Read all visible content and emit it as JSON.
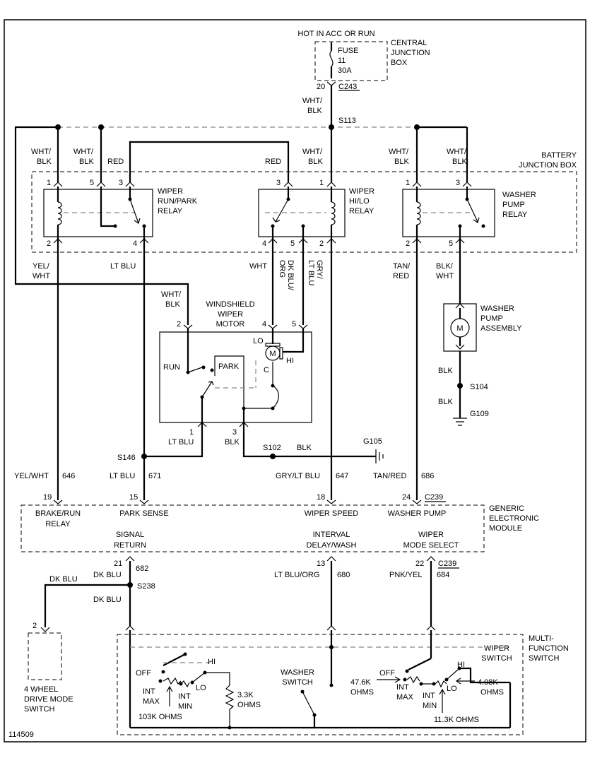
{
  "page_id": "114509",
  "power": {
    "source": "HOT IN ACC OR RUN",
    "fuse": "FUSE",
    "fuse_no": "11",
    "fuse_amp": "30A",
    "cjb": [
      "CENTRAL",
      "JUNCTION",
      "BOX"
    ],
    "pin": "20",
    "conn": "C243",
    "wire": [
      "WHT/",
      "BLK"
    ],
    "splice": "S113"
  },
  "bjb": [
    "BATTERY",
    "JUNCTION BOX"
  ],
  "relays": {
    "run_park": {
      "name": [
        "WIPER",
        "RUN/PARK",
        "RELAY"
      ],
      "pins": [
        "1",
        "5",
        "3",
        "2",
        "4"
      ],
      "wires_top": [
        [
          "WHT/",
          "BLK"
        ],
        [
          "WHT/",
          "BLK"
        ],
        [
          "RED"
        ]
      ],
      "wires_bottom": [
        [
          "YEL/",
          "WHT"
        ],
        [
          "LT BLU"
        ]
      ]
    },
    "hi_lo": {
      "name": [
        "WIPER",
        "HI/LO",
        "RELAY"
      ],
      "pins": [
        "3",
        "1",
        "4",
        "5",
        "2"
      ],
      "wires_top": [
        [
          "RED"
        ],
        [
          "WHT/",
          "BLK"
        ]
      ],
      "wires_bottom": [
        [
          "WHT"
        ],
        [
          "DK BLU/",
          "ORG"
        ],
        [
          "GRY/",
          "LT BLU"
        ]
      ]
    },
    "washer": {
      "name": [
        "WASHER",
        "PUMP",
        "RELAY"
      ],
      "pins": [
        "1",
        "3",
        "2",
        "5"
      ],
      "wires_top": [
        [
          "WHT/",
          "BLK"
        ],
        [
          "WHT/",
          "BLK"
        ]
      ],
      "wires_bottom": [
        [
          "TAN/",
          "RED"
        ],
        [
          "BLK/",
          "WHT"
        ]
      ]
    }
  },
  "motor": {
    "name": [
      "WINDSHIELD",
      "WIPER",
      "MOTOR"
    ],
    "pins": [
      "2",
      "4",
      "5",
      "1",
      "3"
    ],
    "feed": [
      "WHT/",
      "BLK"
    ],
    "lo": "LO",
    "hi": "HI",
    "c": "C",
    "m": "M",
    "run": "RUN",
    "park": "PARK",
    "out1": "LT BLU",
    "out3": "BLK"
  },
  "pump": {
    "name": [
      "WASHER",
      "PUMP",
      "ASSEMBLY"
    ],
    "m": "M",
    "w1": "BLK",
    "splice": "S104",
    "w2": "BLK",
    "ground": "G109"
  },
  "grounds": {
    "s102": "S102",
    "blk": "BLK",
    "g105": "G105",
    "s146": "S146"
  },
  "circuits_top": [
    {
      "name": "YEL/WHT",
      "num": "646"
    },
    {
      "name": "LT BLU",
      "num": "671"
    },
    {
      "name": "GRY/LT BLU",
      "num": "647"
    },
    {
      "name": "TAN/RED",
      "num": "686"
    }
  ],
  "gem": {
    "name": [
      "GENERIC",
      "ELECTRONIC",
      "MODULE"
    ],
    "pins_top": [
      "19",
      "15",
      "18",
      "24"
    ],
    "conn_top": "C239",
    "labels_top": [
      [
        "BRAKE/RUN",
        "RELAY"
      ],
      [
        "PARK SENSE"
      ],
      [
        "WIPER SPEED"
      ],
      [
        "WASHER PUMP"
      ]
    ],
    "labels_bottom": [
      [
        "SIGNAL",
        "RETURN"
      ],
      [
        "INTERVAL",
        "DELAY/WASH"
      ],
      [
        "WIPER",
        "MODE SELECT"
      ]
    ],
    "pins_bottom": [
      "21",
      "13",
      "22"
    ],
    "conn_bottom": "C239"
  },
  "circuits_bottom": [
    {
      "name": "DK BLU",
      "num": "682"
    },
    {
      "name": "LT BLU/ORG",
      "num": "680"
    },
    {
      "name": "PNK/YEL",
      "num": "684"
    }
  ],
  "s238": {
    "splice": "S238",
    "w_left": "DK BLU",
    "w_down": "DK BLU",
    "pin": "2"
  },
  "fourwd": [
    "4 WHEEL",
    "DRIVE MODE",
    "SWITCH"
  ],
  "mfs": {
    "name": [
      "MULTI-",
      "FUNCTION",
      "SWITCH"
    ],
    "wiper_switch": [
      "WIPER",
      "SWITCH"
    ],
    "washer_switch": [
      "WASHER",
      "SWITCH"
    ],
    "left": {
      "off": "OFF",
      "int_max": [
        "INT",
        "MAX"
      ],
      "int_min": [
        "INT",
        "MIN"
      ],
      "lo": "LO",
      "hi": "HI",
      "r1": "103K OHMS",
      "r2": [
        "3.3K",
        "OHMS"
      ]
    },
    "right": {
      "off": "OFF",
      "int_max": [
        "INT",
        "MAX"
      ],
      "int_min": [
        "INT",
        "MIN"
      ],
      "lo": "LO",
      "hi": "HI",
      "r_off": [
        "47.6K",
        "OHMS"
      ],
      "r_hi": [
        "4.08K",
        "OHMS"
      ],
      "r_min": "11.3K OHMS"
    }
  }
}
